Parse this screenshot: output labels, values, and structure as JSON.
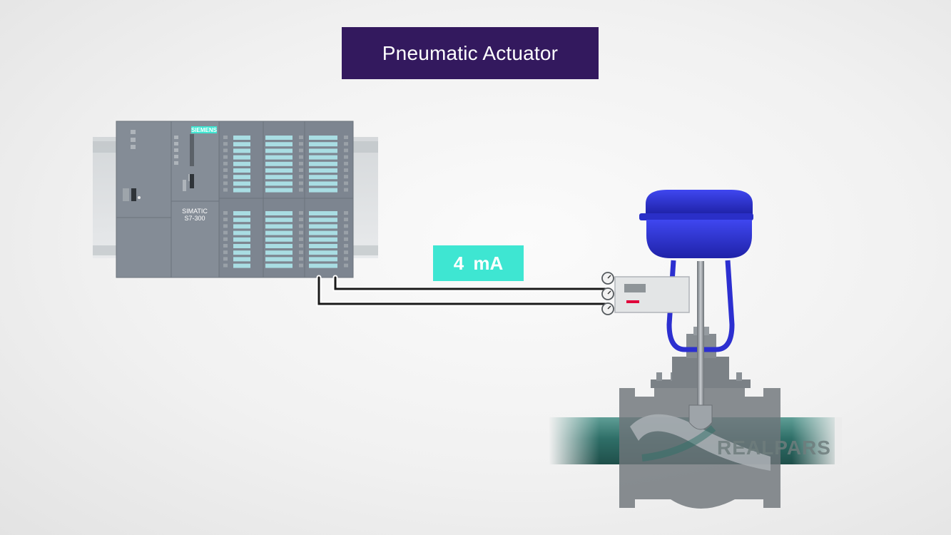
{
  "title": "Pneumatic Actuator",
  "signal": {
    "label": "4  mA"
  },
  "plc": {
    "brand": "SIEMENS",
    "model_line1": "SIMATIC",
    "model_line2": "S7-300"
  },
  "watermark": "REALPARS",
  "colors": {
    "banner": "#33195e",
    "signal": "#3ee6d2",
    "actuator": "#2c2fd0",
    "plc_body": "#7f8791",
    "pipe": "#2f6f68",
    "valve_body": "#6f757a"
  }
}
